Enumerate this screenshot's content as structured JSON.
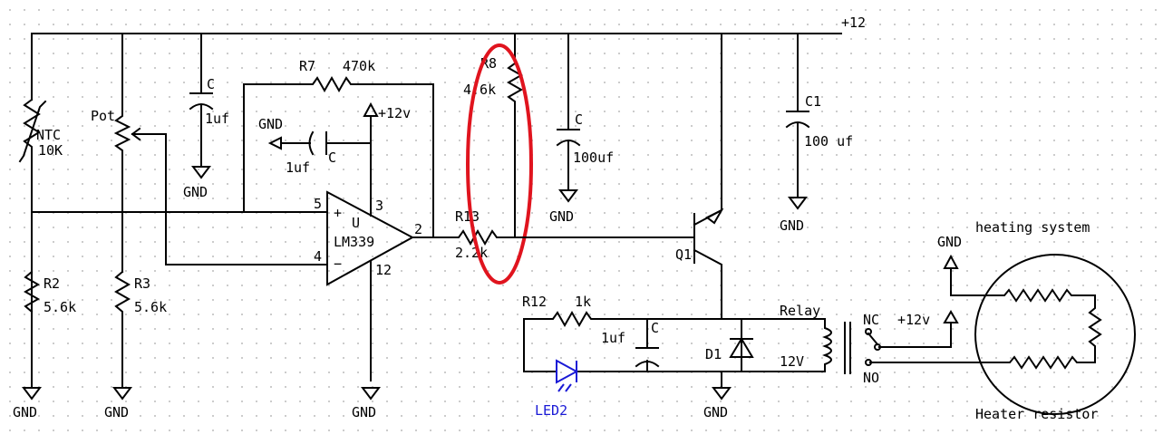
{
  "supply": {
    "label": "+12"
  },
  "labels": {
    "ntc_name": "NTC",
    "ntc_value": "10K",
    "pot": "Pot",
    "cap_left_name": "C",
    "cap_left_value": "1uf",
    "r7_name": "R7",
    "r7_value": "470k",
    "opamp_supply": "+12v",
    "gnd_left_mid": "GND",
    "cap_mid_name": "C",
    "cap_mid_value": "1uf",
    "r8_name": "R8",
    "r8_value": "4.6k",
    "cap_100_name": "C",
    "cap_100_value": "100uf",
    "c1_name": "C1",
    "c1_value": "100 uf",
    "u_label": "U",
    "u_part": "LM339",
    "pin5": "5",
    "pin4": "4",
    "pin3": "3",
    "pin2": "2",
    "pin12": "12",
    "plus": "+",
    "minus": "−",
    "r13_name": "R13",
    "r13_value": "2.2k",
    "q1": "Q1",
    "r2_name": "R2",
    "r2_value": "5.6k",
    "r3_name": "R3",
    "r3_value": "5.6k",
    "r12_name": "R12",
    "r12_value": "1k",
    "cap_relay_value": "1uf",
    "cap_relay_name": "C",
    "d1": "D1",
    "relay": "Relay",
    "relay_v": "12V",
    "nc": "NC",
    "no": "NO",
    "relay_supply": "+12v",
    "led2": "LED2",
    "heating_system": "heating system",
    "heater_resistor": "Heater resistor",
    "gnd_heater": "GND",
    "gnd": "GND"
  },
  "colors": {
    "wire": "#000000",
    "led": "#1a1ad6",
    "highlight": "#e0141e",
    "grid_dot": "#c8c8c8"
  }
}
